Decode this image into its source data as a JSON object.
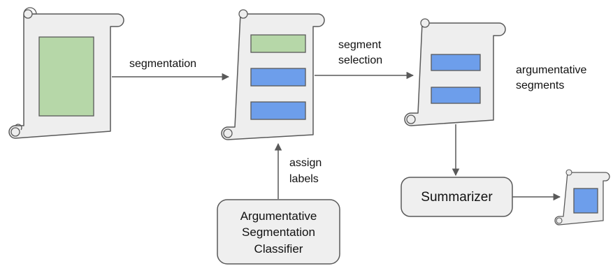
{
  "labels": {
    "segmentation": "segmentation",
    "segment_selection": [
      "segment",
      "selection"
    ],
    "argumentative_segments": [
      "argumentative",
      "segments"
    ],
    "assign_labels": [
      "assign",
      "labels"
    ],
    "classifier": [
      "Argumentative",
      "Segmentation",
      "Classifier"
    ],
    "summarizer": "Summarizer"
  },
  "colors": {
    "scroll_fill": "#eeeeee",
    "scroll_stroke": "#595959",
    "green_segment": "#b6d7a8",
    "blue_segment": "#6d9eeb",
    "arrow": "#595959",
    "box_fill": "#efefef"
  }
}
